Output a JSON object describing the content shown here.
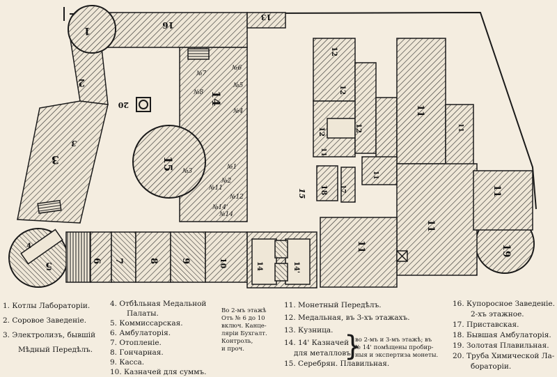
{
  "rooms": {
    "r1": "1",
    "r2": "2",
    "r3": "3",
    "r3alt": "3",
    "r4": "4",
    "r5": "5",
    "r6": "6",
    "r7": "7",
    "r8": "8",
    "r9": "9",
    "r10": "10",
    "r11a": "11",
    "r11b": "11",
    "r11c": "11",
    "r11d": "11",
    "r11e": "11",
    "r12": "12",
    "r13": "13",
    "r14a": "14",
    "r14b": "14",
    "r14c": "14",
    "r14p": "14'",
    "r15a": "15",
    "r15b": "15",
    "r16": "16",
    "r17": "17",
    "r18": "18",
    "r19": "19",
    "r20": "20",
    "n1": "№1",
    "n2": "№2",
    "n3": "№3",
    "n4": "№4",
    "n5": "№5",
    "n6": "№6",
    "n7": "№7",
    "n8": "№8",
    "n11": "№11",
    "n12": "№12",
    "n14p": "№14'",
    "n14": "№14"
  },
  "legend": {
    "col1": [
      "1. Котлы Лабораторіи.",
      "2. Соровое Заведеніе.",
      "3. Электролизъ, бывшій",
      "Мѣдный Передѣлъ."
    ],
    "col2": [
      "4. Отбѣльная Медальной",
      "Палаты.",
      "5. Коммиссарская.",
      "6. Амбулаторія.",
      "7. Отопленіе.",
      "8. Гончарная.",
      "9. Касса.",
      "10. Казначей для суммъ."
    ],
    "note1": [
      "Во 2-мъ этажѣ",
      "Отъ № 6 до 10",
      "включ. Канце-",
      "ляріи Бухгалт.",
      "Контроль,",
      "и проч."
    ],
    "col3": [
      "11. Монетный Передѣлъ.",
      "12. Медальная, въ 3-хъ этажахъ.",
      "13. Кузница.",
      "14. 14' Казначей",
      "для металловъ.",
      "15. Серебрян. Плавильная."
    ],
    "note2": [
      "во 2-мъ и 3-мъ этажѣ; въ",
      "№ 14' помѣщены пробир-",
      "ныя и экспертиза монеты."
    ],
    "col4": [
      "16. Купоросное Заведеніе.",
      "2-хъ этажное.",
      "17. Приставская.",
      "18. Бывшая Амбулаторія.",
      "19. Золотая Плавильная.",
      "20. Труба Химической Ла-",
      "бораторіи."
    ]
  }
}
